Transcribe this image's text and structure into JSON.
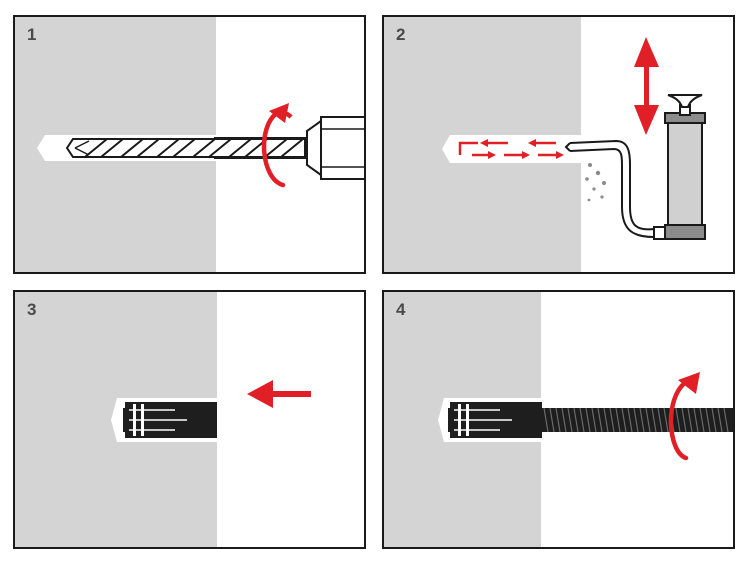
{
  "panels": [
    {
      "number": "1",
      "step": "drill"
    },
    {
      "number": "2",
      "step": "clean"
    },
    {
      "number": "3",
      "step": "insert"
    },
    {
      "number": "4",
      "step": "tighten"
    }
  ],
  "colors": {
    "wall": "#d4d4d4",
    "outline": "#1a1a1a",
    "accent_red": "#e01f26",
    "pump_body": "#d0d0d0",
    "anchor": "#1e1e1e"
  }
}
